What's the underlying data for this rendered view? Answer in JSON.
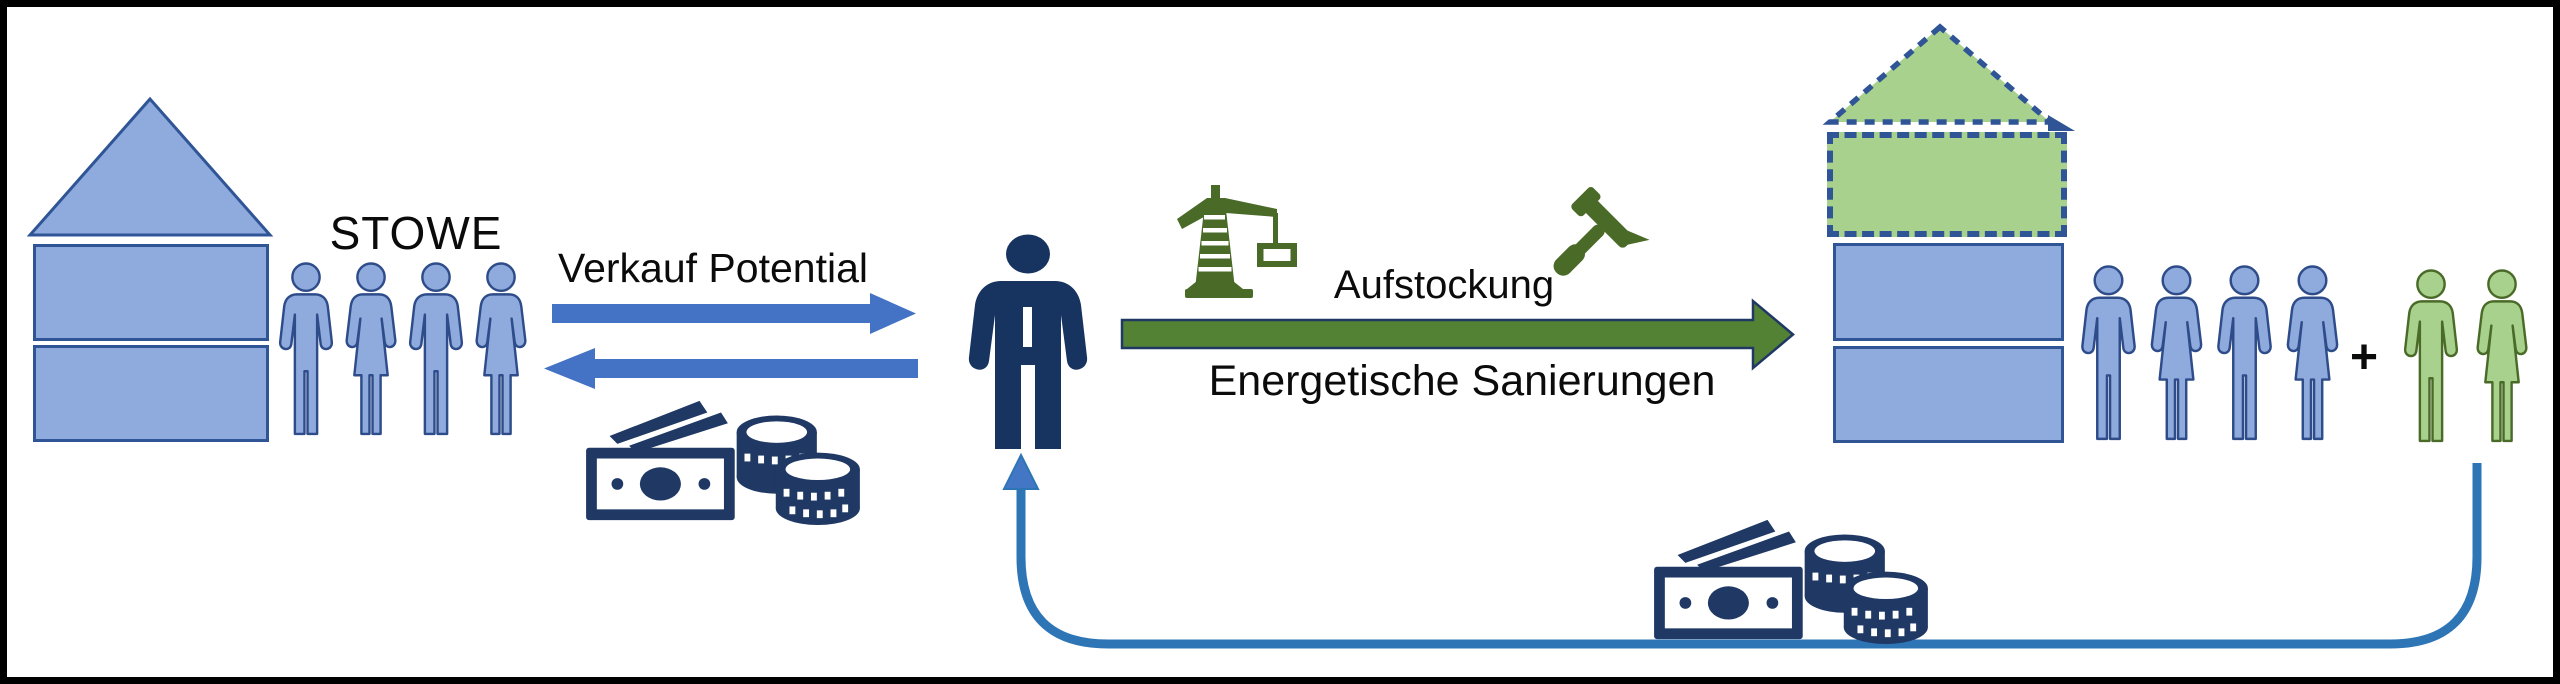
{
  "title": "STOWE Aufstockung process diagram",
  "labels": {
    "stowe": "STOWE",
    "verkauf_potential": "Verkauf Potential",
    "aufstockung": "Aufstockung",
    "energetische_sanierungen": "Energetische Sanierungen",
    "plus": "+"
  },
  "colors": {
    "light_blue": "#8FAADC",
    "blue_outline": "#2F5597",
    "navy": "#1F3864",
    "arrow_blue": "#4472C4",
    "loop_blue": "#2E75B6",
    "green_fill": "#A9D18E",
    "green_arrow_fill": "#548235",
    "dark_green": "#4A6A28",
    "text": "#0B0B0B"
  },
  "scene": {
    "left_house": {
      "floors": 2,
      "roof": "solid-blue"
    },
    "left_people": [
      "man",
      "woman",
      "man",
      "woman"
    ],
    "middle_person": "buyer-investor",
    "right_house": {
      "floors": 2,
      "added_floor": "dashed-green",
      "roof": "dashed-green"
    },
    "right_people_blue": [
      "man",
      "woman",
      "man",
      "woman"
    ],
    "right_people_green": [
      "man",
      "woman"
    ]
  },
  "icons": {
    "money_top": "banknote-and-coins",
    "money_bottom": "banknote-and-coins",
    "crane": "construction-tower-crane",
    "hammer": "hammer",
    "arrow_right": "blue-arrow-right",
    "arrow_left": "blue-arrow-left",
    "green_arrow": "green-arrow-right",
    "loop_arrow": "blue-return-loop-arrow-up"
  }
}
